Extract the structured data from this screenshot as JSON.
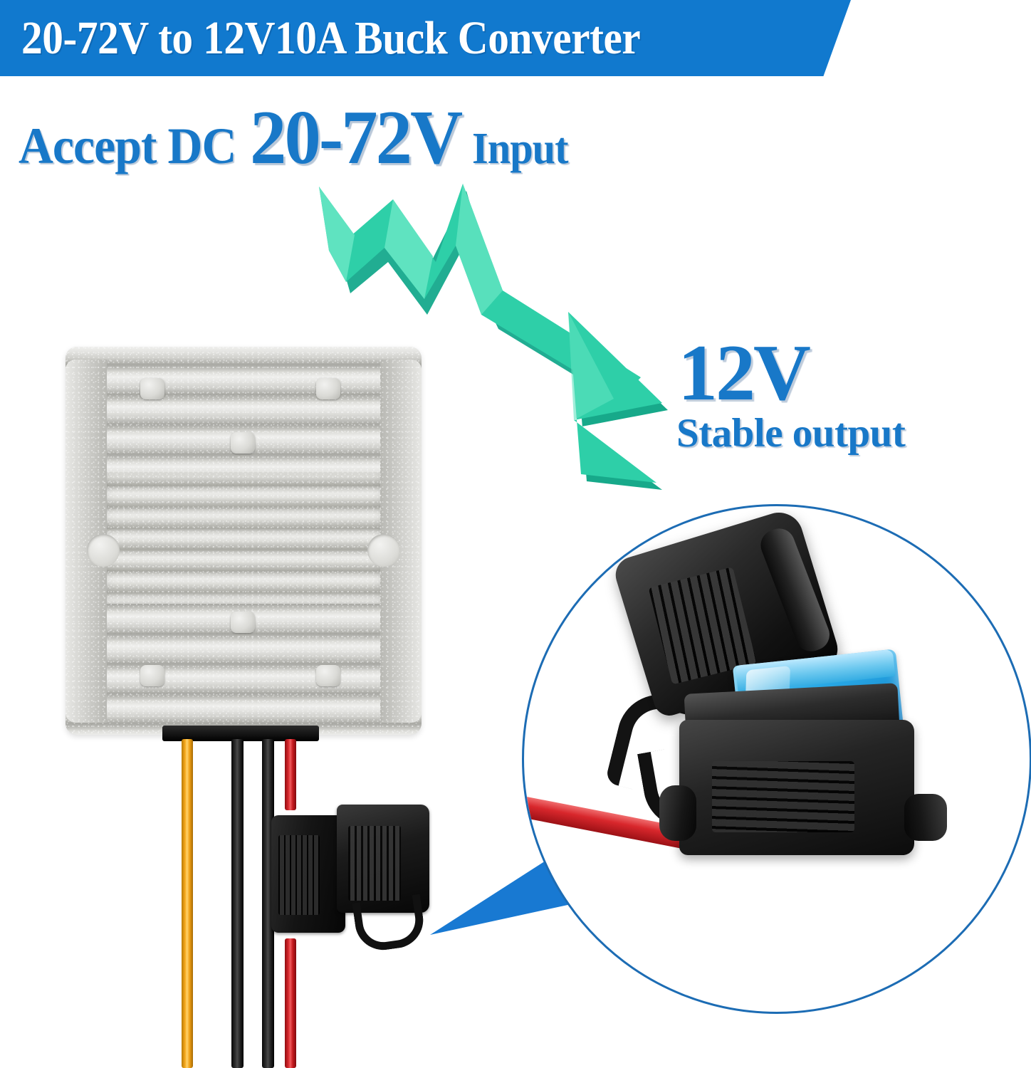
{
  "banner": {
    "title": "20-72V to 12V10A Buck Converter",
    "bg_color": "#1179CE",
    "text_color": "#FFFFFF"
  },
  "headline": {
    "prefix": "Accept DC",
    "voltage": "20-72V",
    "suffix": "Input",
    "color": "#1878C8"
  },
  "output": {
    "voltage": "12V",
    "label": "Stable output",
    "color": "#1878C8"
  },
  "arrow": {
    "name": "zigzag-down-arrow",
    "color_face": "#2ECFA8",
    "color_shade": "#17A98A",
    "color_light": "#5FE3C0"
  },
  "product": {
    "module_name": "aluminum-buck-converter-module",
    "housing_color": "#CFCFCB",
    "wires": [
      {
        "name": "yellow-wire",
        "color": "#F5A81C"
      },
      {
        "name": "black-wire-1",
        "color": "#1E1E1E"
      },
      {
        "name": "black-wire-2",
        "color": "#1E1E1E"
      },
      {
        "name": "red-wire",
        "color": "#D5262B"
      }
    ],
    "inline_fuse_holder": "inline-blade-fuse-holder"
  },
  "callout": {
    "name": "magnified-fuse-detail",
    "circle_border_color": "#1C6CB4",
    "pointer_color": "#1879D2",
    "fuse_color": "#29A9E6",
    "holder_color": "#131313"
  }
}
